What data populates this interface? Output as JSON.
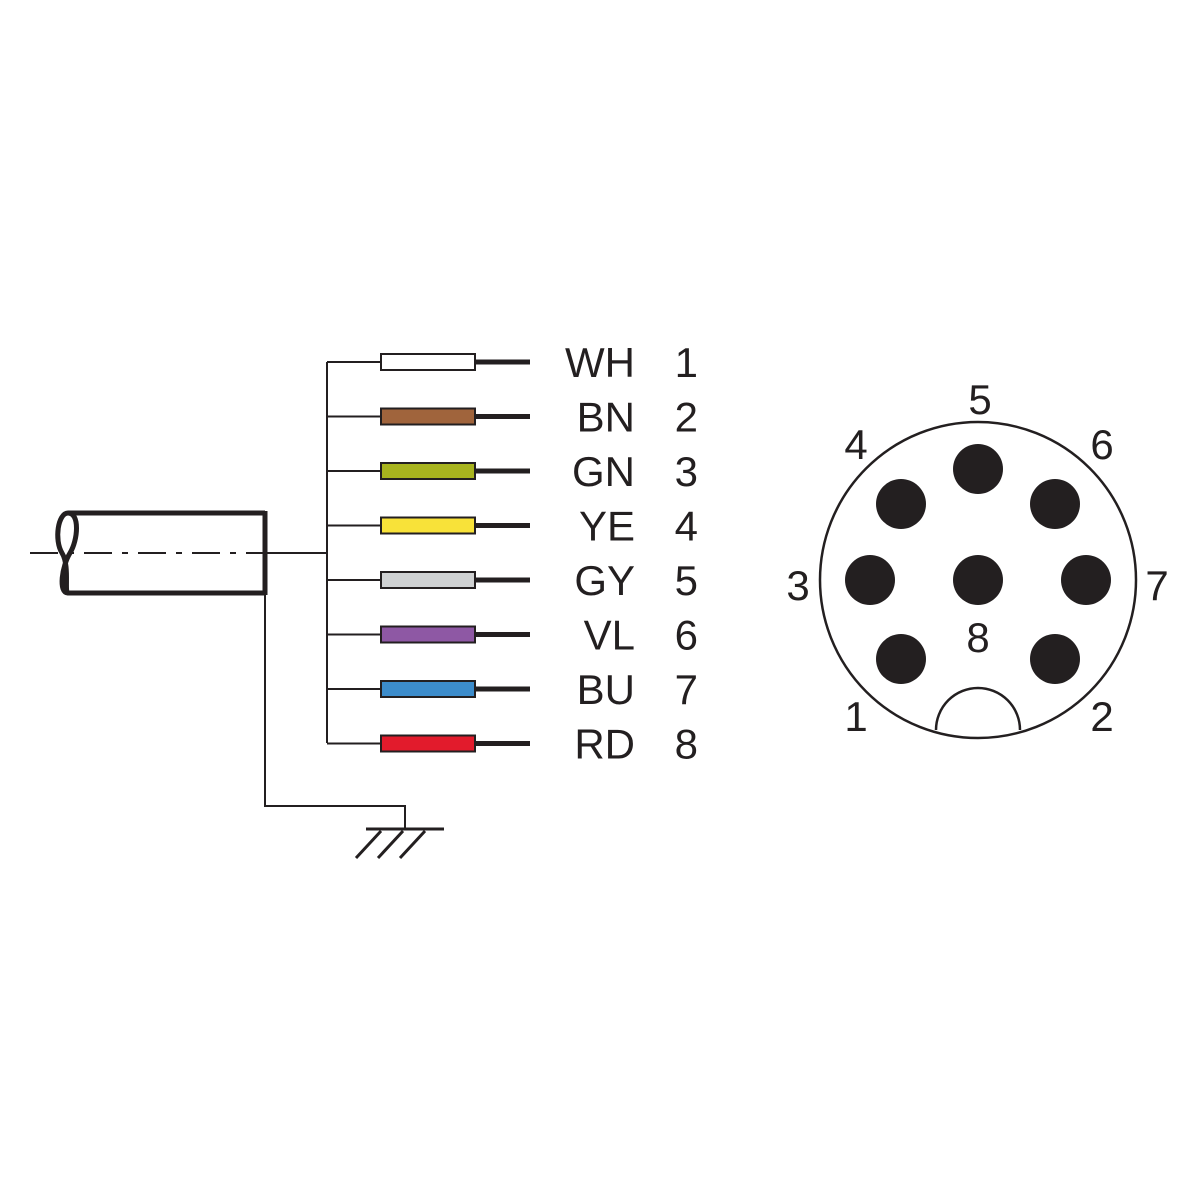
{
  "colors": {
    "line": "#231f20",
    "background": "#ffffff"
  },
  "wires": [
    {
      "code": "WH",
      "pin": "1",
      "color": "#ffffff"
    },
    {
      "code": "BN",
      "pin": "2",
      "color": "#a0643c"
    },
    {
      "code": "GN",
      "pin": "3",
      "color": "#a8b41e"
    },
    {
      "code": "YE",
      "pin": "4",
      "color": "#f8e239"
    },
    {
      "code": "GY",
      "pin": "5",
      "color": "#cfd1d2"
    },
    {
      "code": "VL",
      "pin": "6",
      "color": "#8e58a4"
    },
    {
      "code": "BU",
      "pin": "7",
      "color": "#3c8ccb"
    },
    {
      "code": "RD",
      "pin": "8",
      "color": "#e21b2c"
    }
  ],
  "connector": {
    "pin_labels": [
      "1",
      "2",
      "3",
      "4",
      "5",
      "6",
      "7",
      "8"
    ]
  },
  "icons": {
    "cable": "cable-end-icon",
    "ground": "ground-symbol-icon"
  }
}
